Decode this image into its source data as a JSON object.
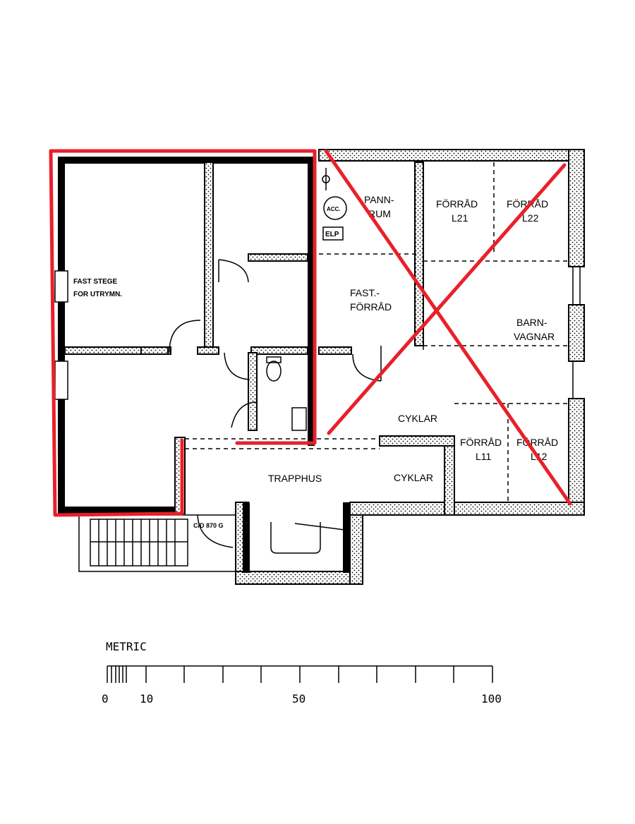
{
  "rooms": {
    "fast_stege": [
      "FAST STEGE",
      "FOR UTRYMN."
    ],
    "pannrum": [
      "PANN-",
      "RUM"
    ],
    "forrad_l21": [
      "FÖRRÅD",
      "L21"
    ],
    "forrad_l22": [
      "FÖRRÅD",
      "L22"
    ],
    "fast_forrad": [
      "FAST.-",
      "FÖRRÅD"
    ],
    "barnvagnar": [
      "BARN-",
      "VAGNAR"
    ],
    "cyklar_upper": "CYKLAR",
    "cyklar_lower": "CYKLAR",
    "trapphus": "TRAPPHUS",
    "forrad_l11": [
      "FÖRRÅD",
      "L11"
    ],
    "forrad_l12": [
      "FÖRRÅD",
      "L12"
    ]
  },
  "fixtures": {
    "acc": "ACC.",
    "elp": "ELP",
    "door_code": "C/D 870 G"
  },
  "scale_bar": {
    "title": "METRIC",
    "labels": [
      "0",
      "10",
      "50",
      "100"
    ]
  },
  "colors": {
    "markup_red": "#e8202a",
    "ink": "#000000"
  }
}
